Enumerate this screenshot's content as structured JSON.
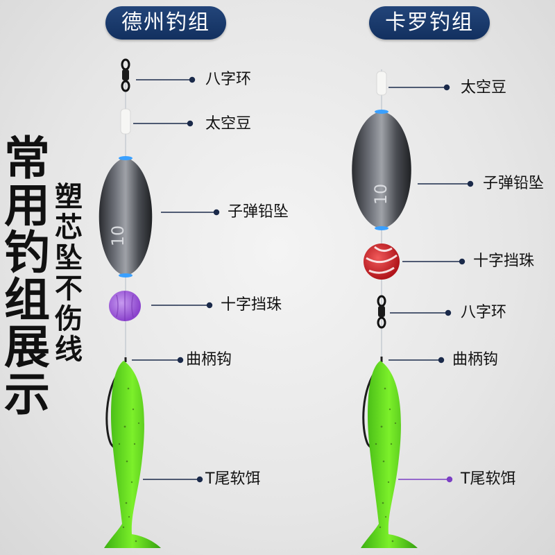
{
  "left_rig": {
    "title": "德州钓组",
    "weight_mark": "10",
    "labels": [
      "八字环",
      "太空豆",
      "子弹铅坠",
      "十字挡珠",
      "曲柄钩",
      "T尾软饵"
    ]
  },
  "right_rig": {
    "title": "卡罗钓组",
    "weight_mark": "10",
    "labels": [
      "太空豆",
      "子弹铅坠",
      "十字挡珠",
      "八字环",
      "曲柄钩",
      "T尾软饵"
    ]
  },
  "side_title": "常用钓组展示",
  "side_subtitle": "塑芯坠不伤线",
  "colors": {
    "pill": "#1b3a6d",
    "lead": "#3a3d42",
    "bead_left": "#9a55d6",
    "bead_right": "#c71e22",
    "bait": "#5ee01c",
    "leader_line": "#1b2a4a",
    "leader_line_accent": "#7b3fc4"
  }
}
